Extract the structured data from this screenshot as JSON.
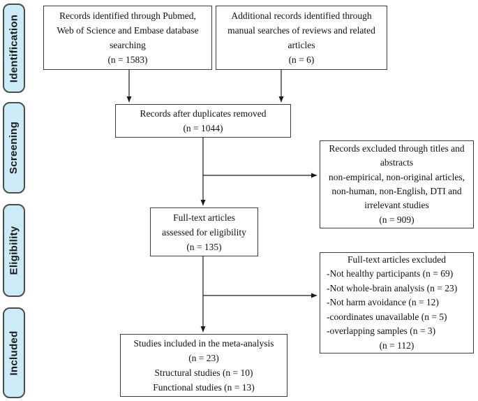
{
  "diagram": {
    "kind": "prisma-flow-diagram",
    "stages": [
      {
        "id": "identification",
        "label": "Identification"
      },
      {
        "id": "screening",
        "label": "Screening"
      },
      {
        "id": "eligibility",
        "label": "Eligibility"
      },
      {
        "id": "included",
        "label": "Included"
      }
    ],
    "boxes": {
      "pubmed": {
        "lines": [
          "Records identified through Pubmed,",
          "Web of Science and Embase database",
          "searching",
          "(n = 1583)"
        ]
      },
      "manual": {
        "lines": [
          "Additional records identified through",
          "manual searches of reviews and related",
          "articles",
          "(n = 6)"
        ]
      },
      "duplicates": {
        "lines": [
          "Records after duplicates removed",
          "(n = 1044)"
        ]
      },
      "excluded_titles": {
        "lines": [
          "Records excluded through titles and",
          "abstracts",
          "non-empirical, non-original articles,",
          "non-human, non-English, DTI and",
          "irrelevant studies",
          "(n = 909)"
        ]
      },
      "fulltext": {
        "lines": [
          "Full-text articles",
          "assessed for eligibility",
          "(n = 135)"
        ]
      },
      "fulltext_excluded": {
        "title": "Full-text articles excluded",
        "items": [
          "-Not healthy participants (n = 69)",
          "-Not whole-brain analysis (n = 23)",
          "-Not harm avoidance (n = 12)",
          "-coordinates unavailable (n = 5)",
          "-overlapping samples (n = 3)"
        ],
        "footer": "(n = 112)"
      },
      "included_studies": {
        "lines": [
          "Studies included in the meta-analysis",
          "(n = 23)",
          "Structural studies (n = 10)",
          "Functional studies (n = 13)"
        ]
      }
    },
    "colors": {
      "stage_fill": "#cbebf7",
      "stage_border": "#4b4b4b",
      "box_border": "#3d3d3d",
      "arrow": "#1a1a1a",
      "background": "#ffffff"
    }
  }
}
